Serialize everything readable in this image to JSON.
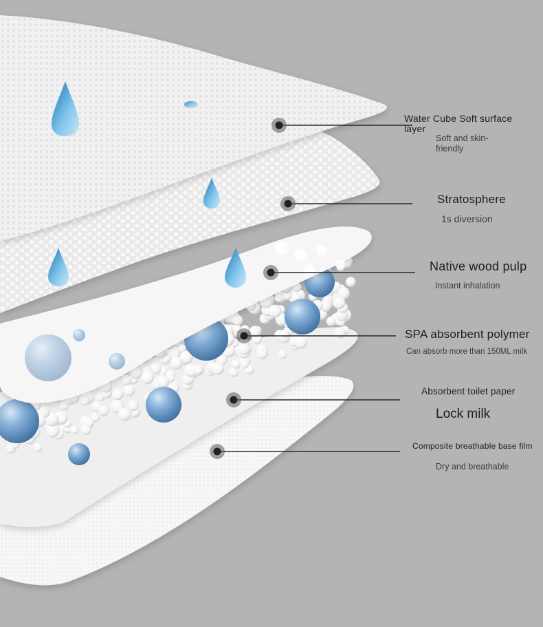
{
  "colors": {
    "background": "#b4b4b4",
    "sheet": "#f4f4f4",
    "bead": "#ffffff",
    "gel_blue": "#6c9bc9",
    "drop_blue": "#5aa6d6",
    "leader_line": "#2a2a2a"
  },
  "callouts": [
    {
      "title": "Water Cube Soft surface layer",
      "subtitle": "Soft and skin-friendly"
    },
    {
      "title": "Stratosphere",
      "subtitle": "1s diversion"
    },
    {
      "title": "Native wood pulp",
      "subtitle": "Instant inhalation"
    },
    {
      "title": "SPA absorbent polymer",
      "subtitle": "Can absorb more than 150ML milk"
    },
    {
      "title": "Absorbent toilet paper",
      "subtitle": "Lock milk"
    },
    {
      "title": "Composite breathable base film",
      "subtitle": "Dry and breathable"
    }
  ]
}
